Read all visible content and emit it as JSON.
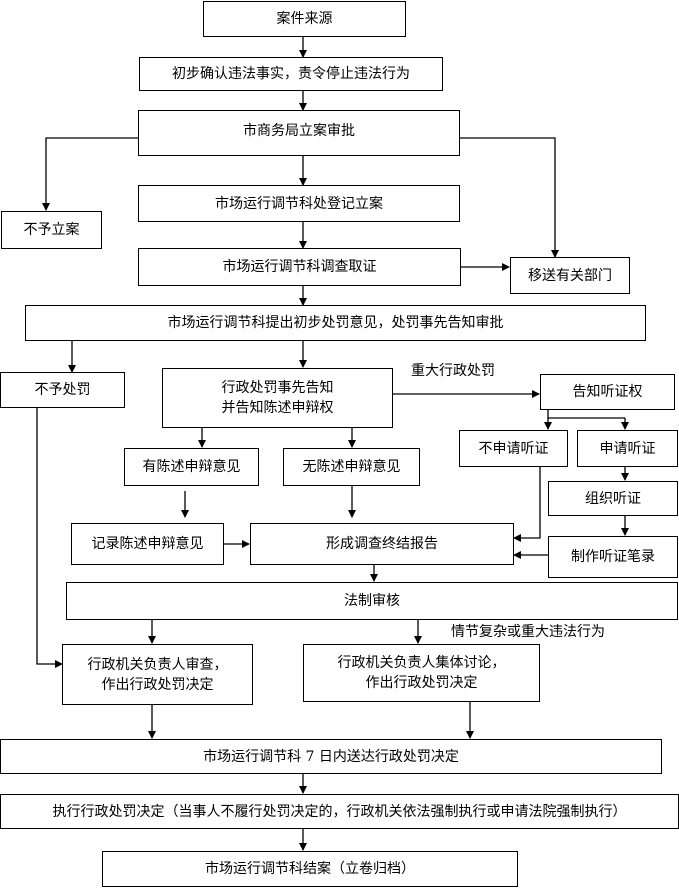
{
  "nodes": {
    "case_source": "案件来源",
    "preliminary_confirm": "初步确认违法事实，责令停止违法行为",
    "bureau_approval": "市商务局立案审批",
    "no_case": "不予立案",
    "register": "市场运行调节科处登记立案",
    "investigate": "市场运行调节科调查取证",
    "transfer": "移送有关部门",
    "propose": "市场运行调节科提出初步处罚意见，处罚事先告知审批",
    "no_penalty": "不予处罚",
    "notify_line1": "行政处罚事先告知",
    "notify_line2": "并告知陈述申辩权",
    "hearing_right": "告知听证权",
    "has_statement": "有陈述申辩意见",
    "no_statement": "无陈述申辩意见",
    "no_hearing_request": "不申请听证",
    "request_hearing": "申请听证",
    "organize_hearing": "组织听证",
    "record_statement": "记录陈述申辩意见",
    "final_report": "形成调查终结报告",
    "hearing_record": "制作听证笔录",
    "legal_review": "法制审核",
    "head_review_line1": "行政机关负责人审查，",
    "head_review_line2": "作出行政处罚决定",
    "collective_line1": "行政机关负责人集体讨论，",
    "collective_line2": "作出行政处罚决定",
    "deliver": "市场运行调节科 7 日内送达行政处罚决定",
    "execute": "执行行政处罚决定（当事人不履行处罚决定的，行政机关依法强制执行或申请法院强制执行）",
    "close_case": "市场运行调节科结案（立卷归档）"
  },
  "edge_labels": {
    "major_penalty": "重大行政处罚",
    "complex_case": "情节复杂或重大违法行为"
  }
}
